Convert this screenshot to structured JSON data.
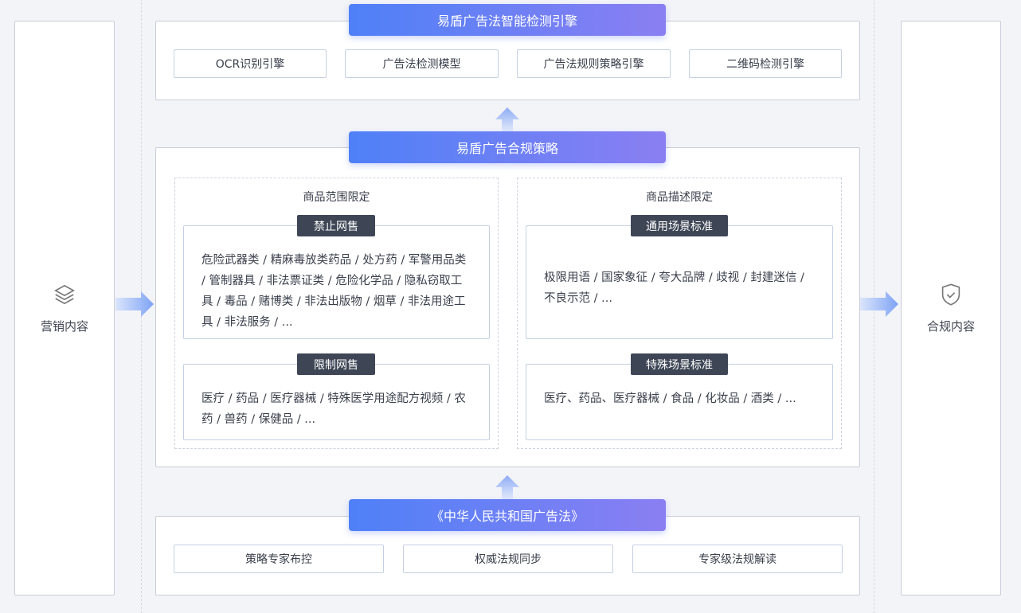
{
  "left": {
    "label": "营销内容",
    "icon": "layers-icon"
  },
  "right": {
    "label": "合规内容",
    "icon": "shield-check-icon"
  },
  "engine": {
    "title": "易盾广告法智能检测引擎",
    "items": [
      "OCR识别引擎",
      "广告法检测模型",
      "广告法规则策略引擎",
      "二维码检测引擎"
    ]
  },
  "strategy": {
    "title": "易盾广告合规策略",
    "scope": {
      "title": "商品范围限定",
      "groups": [
        {
          "tag": "禁止网售",
          "text": "危险武器类 / 精麻毒放类药品 / 处方药 / 军警用品类 / 管制器具 / 非法票证类 / 危险化学品 / 隐私窃取工具 / 毒品 / 赌博类 / 非法出版物 / 烟草 / 非法用途工具 / 非法服务 / ..."
        },
        {
          "tag": "限制网售",
          "text": "医疗 / 药品 / 医疗器械 / 特殊医学用途配方视频 / 农药 / 兽药 / 保健品  / ..."
        }
      ]
    },
    "desc": {
      "title": "商品描述限定",
      "groups": [
        {
          "tag": "通用场景标准",
          "text": "极限用语 / 国家象征 / 夸大品牌 / 歧视 / 封建迷信 / 不良示范 / ..."
        },
        {
          "tag": "特殊场景标准",
          "text": "医疗、药品、医疗器械 / 食品 / 化妆品 / 酒类 / ..."
        }
      ]
    }
  },
  "law": {
    "title": "《中华人民共和国广告法》",
    "items": [
      "策略专家布控",
      "权威法规同步",
      "专家级法规解读"
    ]
  }
}
